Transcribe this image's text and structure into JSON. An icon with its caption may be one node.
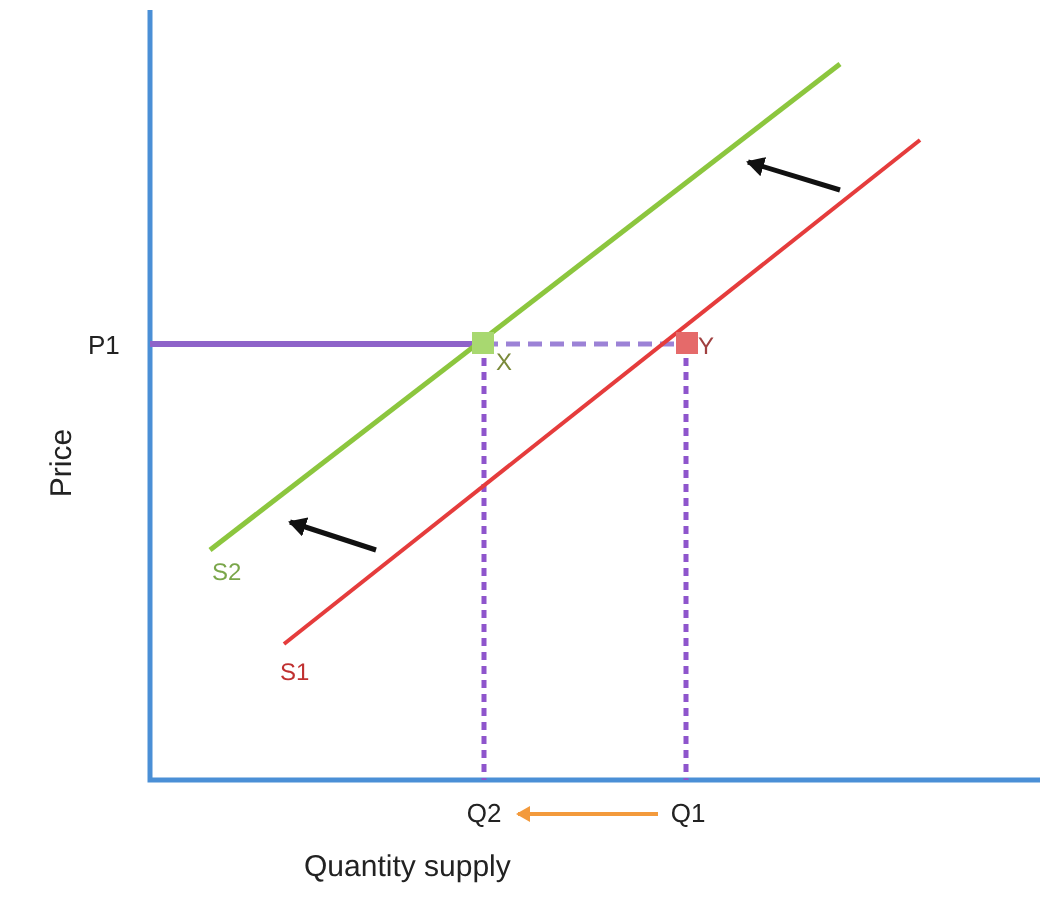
{
  "diagram": {
    "nodes": [
      {
        "text": [
          "Q1"
        ]
      },
      {
        "text": [
          "Q2"
        ]
      }
    ],
    "edges": [
      {
        "from": 0,
        "to": 1,
        "arrow": "to",
        "color": "#f39a3c"
      }
    ],
    "labels": [
      "P1",
      "X",
      "Y",
      "Price",
      "S2",
      "S1",
      "Quantity supply"
    ]
  }
}
